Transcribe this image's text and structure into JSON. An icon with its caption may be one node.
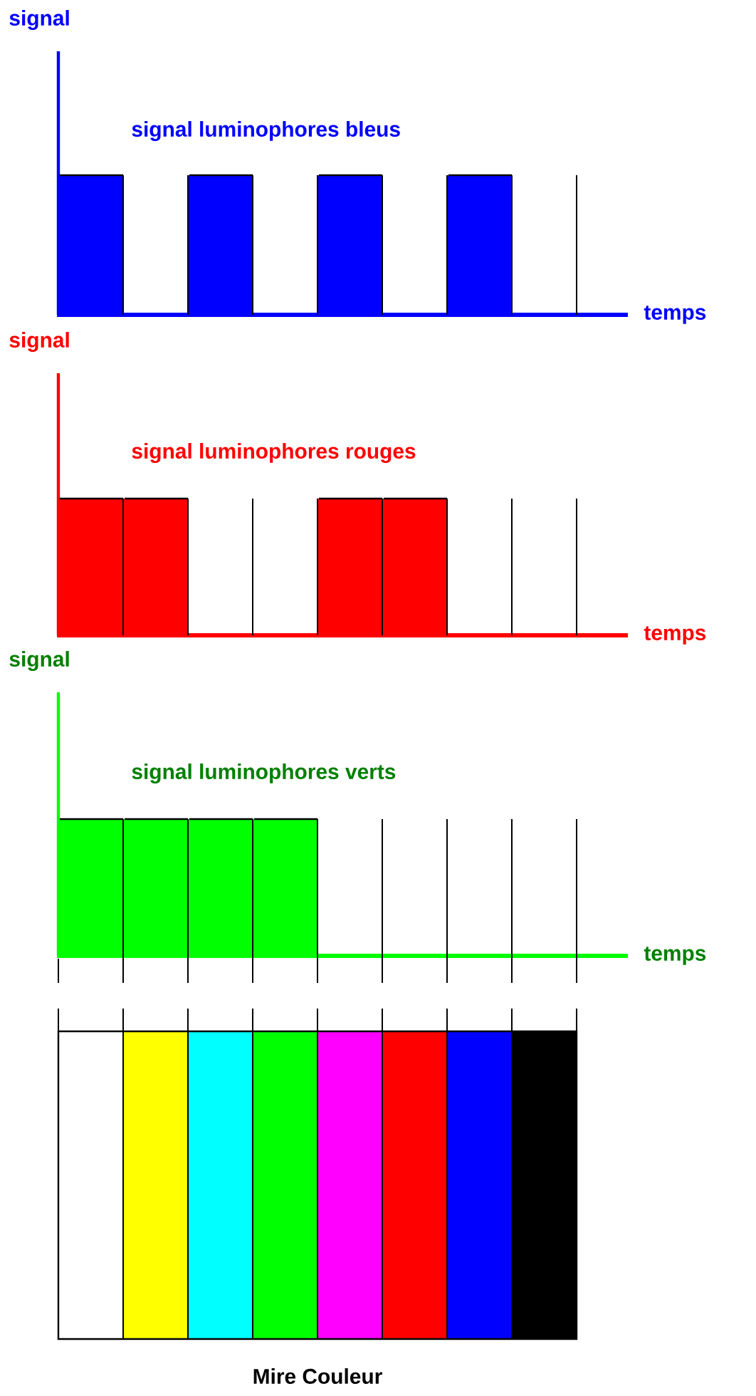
{
  "diagram": {
    "caption": "Mire Couleur",
    "labels": [
      "signal",
      "signal luminophores bleus",
      "temps",
      "signal",
      "signal luminophores rouges",
      "temps",
      "signal",
      "signal luminophores verts",
      "temps"
    ]
  }
}
